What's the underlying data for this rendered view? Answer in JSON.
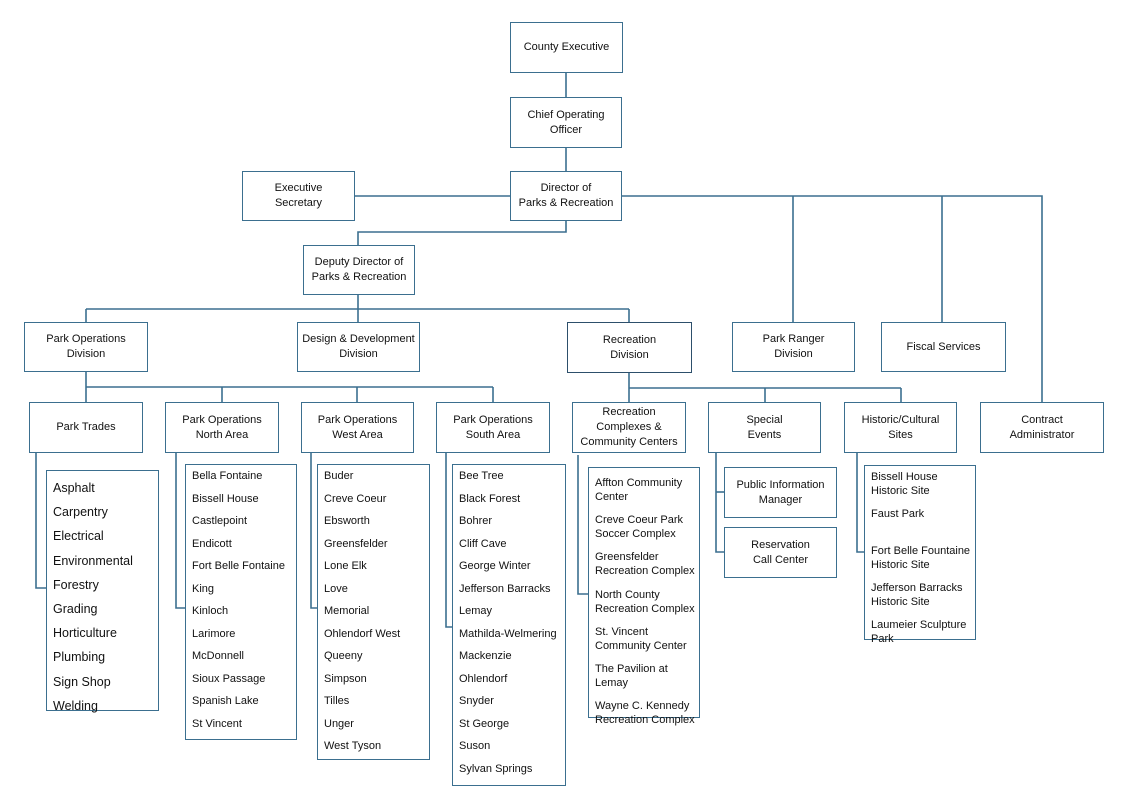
{
  "nodes": {
    "county_exec": "County Executive",
    "coo": "Chief Operating\nOfficer",
    "exec_sec": "Executive\nSecretary",
    "director": "Director of\nParks & Recreation",
    "deputy": "Deputy Director of\nParks & Recreation",
    "park_ops_div": "Park Operations\nDivision",
    "design_dev": "Design & Development\nDivision",
    "recreation_div": "Recreation\nDivision",
    "ranger": "Park Ranger\nDivision",
    "fiscal": "Fiscal Services",
    "park_trades": "Park Trades",
    "ops_north": "Park Operations\nNorth Area",
    "ops_west": "Park Operations\nWest Area",
    "ops_south": "Park Operations\nSouth Area",
    "rec_complexes": "Recreation\nComplexes &\nCommunity Centers",
    "special_events": "Special\nEvents",
    "historic": "Historic/Cultural\nSites",
    "contract_admin": "Contract\nAdministrator",
    "pim": "Public Information\nManager",
    "reservation": "Reservation\nCall Center"
  },
  "lists": {
    "trades": [
      "Asphalt",
      "Carpentry",
      "Electrical",
      "Environmental",
      "Forestry",
      "Grading",
      "Horticulture",
      "Plumbing",
      "Sign Shop",
      "Welding"
    ],
    "north": [
      "Bella Fontaine",
      "Bissell House",
      "Castlepoint",
      "Endicott",
      "Fort Belle Fontaine",
      "King",
      "Kinloch",
      "Larimore",
      "McDonnell",
      "Sioux Passage",
      "Spanish Lake",
      "St Vincent"
    ],
    "west": [
      "Buder",
      "Creve Coeur",
      "Ebsworth",
      "Greensfelder",
      "Lone Elk",
      "Love",
      "Memorial",
      "Ohlendorf West",
      "Queeny",
      "Simpson",
      "Tilles",
      "Unger",
      "West Tyson"
    ],
    "south": [
      "Bee Tree",
      "Black Forest",
      "Bohrer",
      "Cliff Cave",
      "George Winter",
      "Jefferson Barracks",
      "Lemay",
      "Mathilda-Welmering",
      "Mackenzie",
      "Ohlendorf",
      "Snyder",
      "St George",
      "Suson",
      "Sylvan Springs"
    ],
    "rec": [
      "Affton Community\nCenter",
      "Creve Coeur Park\nSoccer Complex",
      "Greensfelder\nRecreation Complex",
      "North County\nRecreation Complex",
      "St. Vincent\nCommunity Center",
      "The Pavilion at Lemay",
      "Wayne C. Kennedy\nRecreation Complex"
    ],
    "historic": [
      "Bissell House\nHistoric Site",
      "Faust Park",
      "Fort Belle Fountaine\nHistoric Site",
      "Jefferson Barracks\nHistoric Site",
      "Laumeier Sculpture\nPark"
    ]
  },
  "colors": {
    "border": "#3b6f8f",
    "line": "#3b6f8f"
  }
}
